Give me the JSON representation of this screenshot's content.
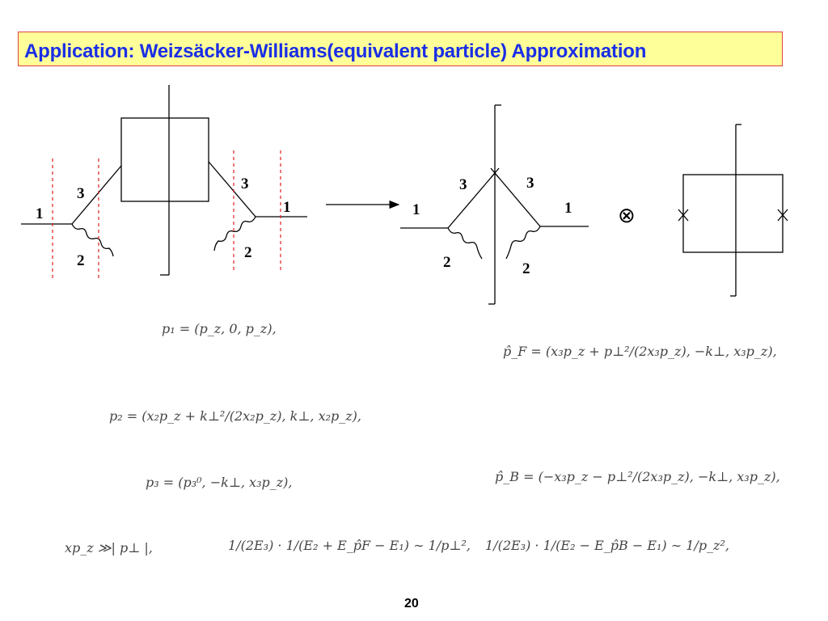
{
  "slide": {
    "title": "Application: Weizsäcker-Williams(equivalent particle) Approximation",
    "page_number": "20"
  },
  "diagram": {
    "left": {
      "labels": [
        "1",
        "3",
        "2",
        "3",
        "1",
        "2"
      ]
    },
    "middle": {
      "labels": [
        "1",
        "3",
        "2",
        "3",
        "1",
        "2"
      ]
    },
    "otimes_symbol": "⊗"
  },
  "equations": {
    "p1": "p₁ = (p_z, 0, p_z),",
    "p2": "p₂ = (x₂p_z + k⊥²/(2x₂p_z), k⊥, x₂p_z),",
    "p3": "p₃ = (p₃⁰, −k⊥, x₃p_z),",
    "pF": "p̂_F = (x₃p_z + p⊥²/(2x₃p_z), −k⊥, x₃p_z),",
    "pB": "p̂_B = (−x₃p_z − p⊥²/(2x₃p_z), −k⊥, x₃p_z),",
    "condition": "xp_z ≫| p⊥ |,",
    "ratio_F": "1/(2E₃) · 1/(E₂ + E_p̂F − E₁) ∼ 1/p⊥²,",
    "ratio_B": "1/(2E₃) · 1/(E₂ − E_p̂B − E₁) ∼ 1/p_z²,"
  }
}
